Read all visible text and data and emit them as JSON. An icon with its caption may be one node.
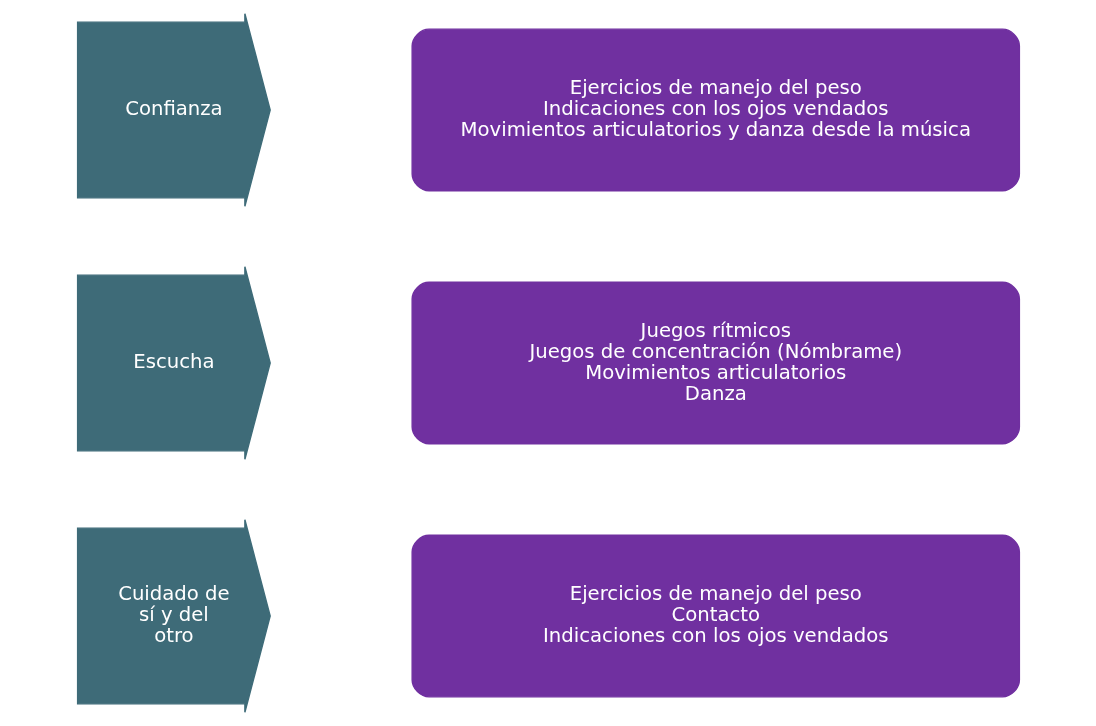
{
  "diagram": {
    "nodes": [
      {
        "text": [
          "Confianza"
        ]
      },
      {
        "text": [
          "Ejercicios de manejo del peso",
          "Indicaciones con los ojos vendados",
          "Movimientos articulatorios y danza desde la música"
        ]
      },
      {
        "text": [
          "Escucha"
        ]
      },
      {
        "text": [
          "Juegos rítmicos",
          "Juegos de concentración (Nómbrame)",
          "Movimientos articulatorios",
          "Danza"
        ]
      },
      {
        "text": [
          "Cuidado de sí y del otro"
        ]
      },
      {
        "text": [
          "Ejercicios de manejo del peso",
          "Contacto",
          "Indicaciones con los ojos vendados"
        ]
      }
    ]
  }
}
